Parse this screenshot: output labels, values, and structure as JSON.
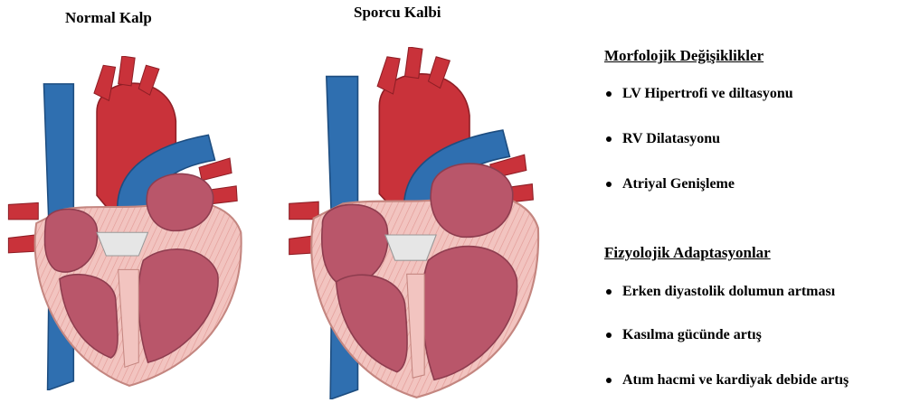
{
  "hearts": {
    "normal_title": "Normal Kalp",
    "athlete_title": "Sporcu Kalbi"
  },
  "morphology": {
    "heading": "Morfolojik Değişiklikler",
    "items": [
      "LV Hipertrofi ve diltasyonu",
      "RV Dilatasyonu",
      "Atriyal Genişleme"
    ]
  },
  "physiology": {
    "heading": "Fizyolojik Adaptasyonlar",
    "items": [
      "Erken diyastolik dolumun artması",
      "Kasılma gücünde artış",
      "Atım hacmi ve kardiyak debide artış"
    ]
  },
  "colors": {
    "aorta": "#c9323a",
    "vena": "#2f6fb0",
    "chamber": "#b9566a",
    "myocardium": "#f2c4c0",
    "valve": "#e6e6e6"
  }
}
